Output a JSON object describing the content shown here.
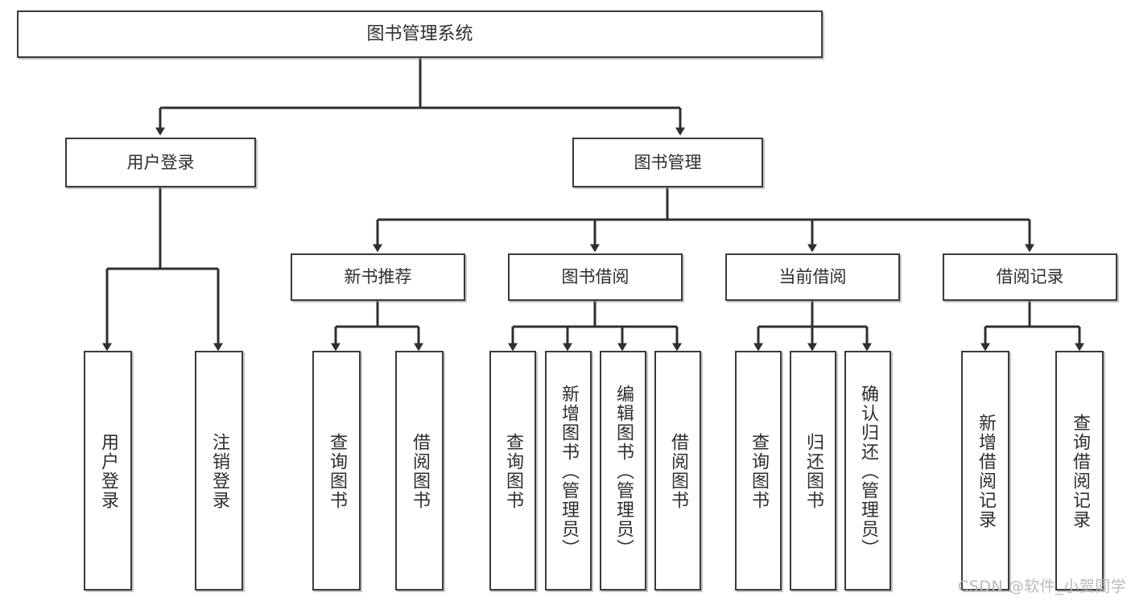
{
  "diagram": {
    "title": "图书管理系统",
    "style": {
      "box_border_color": "#3a3a3a",
      "box_fill_color": "#ffffff",
      "connector_color": "#333333",
      "text_color": "#2e2e2e",
      "background": "#ffffff"
    },
    "levels": {
      "root": {
        "label": "图书管理系统"
      },
      "level2": [
        {
          "id": "user-login",
          "label": "用户登录"
        },
        {
          "id": "book-management",
          "label": "图书管理"
        }
      ],
      "level3": [
        {
          "id": "new-book-recommend",
          "label": "新书推荐",
          "parent": "book-management"
        },
        {
          "id": "book-borrow",
          "label": "图书借阅",
          "parent": "book-management"
        },
        {
          "id": "current-borrow",
          "label": "当前借阅",
          "parent": "book-management"
        },
        {
          "id": "borrow-record",
          "label": "借阅记录",
          "parent": "book-management"
        }
      ],
      "leaves": [
        {
          "id": "leaf-user-login",
          "label": "用户登录",
          "parent": "user-login"
        },
        {
          "id": "leaf-user-logout",
          "label": "注销登录",
          "parent": "user-login"
        },
        {
          "id": "leaf-query-book-1",
          "label": "查询图书",
          "parent": "new-book-recommend"
        },
        {
          "id": "leaf-borrow-book-1",
          "label": "借阅图书",
          "parent": "new-book-recommend"
        },
        {
          "id": "leaf-query-book-2",
          "label": "查询图书",
          "parent": "book-borrow"
        },
        {
          "id": "leaf-add-book",
          "label": "新增图书（管理员）",
          "parent": "book-borrow"
        },
        {
          "id": "leaf-edit-book",
          "label": "编辑图书（管理员）",
          "parent": "book-borrow"
        },
        {
          "id": "leaf-borrow-book-2",
          "label": "借阅图书",
          "parent": "book-borrow"
        },
        {
          "id": "leaf-query-book-3",
          "label": "查询图书",
          "parent": "current-borrow"
        },
        {
          "id": "leaf-return-book",
          "label": "归还图书",
          "parent": "current-borrow"
        },
        {
          "id": "leaf-confirm-return",
          "label": "确认归还（管理员）",
          "parent": "current-borrow"
        },
        {
          "id": "leaf-add-record",
          "label": "新增借阅记录",
          "parent": "borrow-record"
        },
        {
          "id": "leaf-query-record",
          "label": "查询借阅记录",
          "parent": "borrow-record"
        }
      ]
    }
  },
  "watermark": {
    "text": "CSDN @软件_小贺同学"
  }
}
